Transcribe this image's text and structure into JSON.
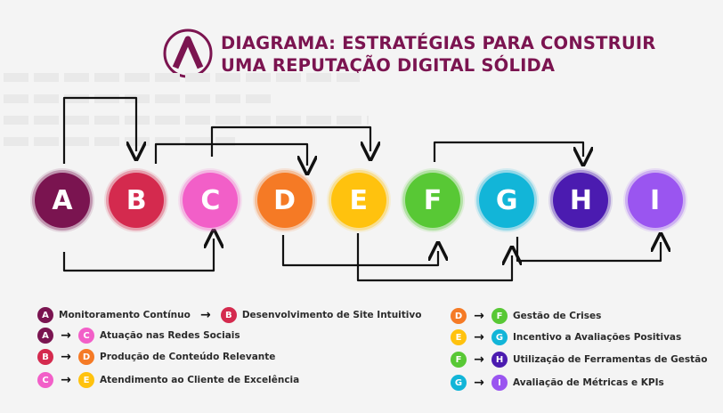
{
  "header": {
    "title_line1": "DIAGRAMA: ESTRATÉGIAS PARA CONSTRUIR",
    "title_line2": "UMA REPUTAÇÃO DIGITAL SÓLIDA",
    "logo_icon": "logo-a-icon",
    "accent": "#7b1450"
  },
  "nodes": [
    {
      "id": "A",
      "color": "#7a1450"
    },
    {
      "id": "B",
      "color": "#d42a4e"
    },
    {
      "id": "C",
      "color": "#f25fc8"
    },
    {
      "id": "D",
      "color": "#f57a25"
    },
    {
      "id": "E",
      "color": "#ffc20e"
    },
    {
      "id": "F",
      "color": "#58c835"
    },
    {
      "id": "G",
      "color": "#12b5d8"
    },
    {
      "id": "H",
      "color": "#4b1bb0"
    },
    {
      "id": "I",
      "color": "#9a55f0"
    }
  ],
  "legend": [
    {
      "from": "A",
      "to": "B",
      "label": "Monitoramento Contínuo",
      "label2": "Desenvolvimento de Site Intuitivo"
    },
    {
      "from": "A",
      "to": "C",
      "label": "Atuação nas Redes Sociais"
    },
    {
      "from": "B",
      "to": "D",
      "label": "Produção de Conteúdo Relevante"
    },
    {
      "from": "C",
      "to": "E",
      "label": "Atendimento ao Cliente de Excelência"
    },
    {
      "from": "D",
      "to": "F",
      "label": "Gestão de Crises"
    },
    {
      "from": "E",
      "to": "G",
      "label": "Incentivo a Avaliações Positivas"
    },
    {
      "from": "F",
      "to": "H",
      "label": "Utilização de Ferramentas de Gestão"
    },
    {
      "from": "G",
      "to": "I",
      "label": "Avaliação de Métricas e KPIs"
    }
  ]
}
